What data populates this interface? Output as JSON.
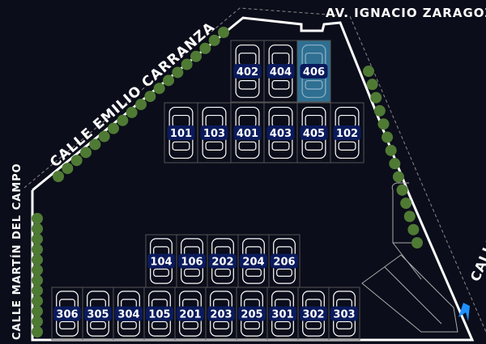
{
  "streets": {
    "north": "AV. IGNACIO ZARAGOZA",
    "northwest": "CALLE EMILIO CARRANZA",
    "east": "CALLE FRANCISCO ESPEJEL",
    "west": "CALLE MARTÍN DEL CAMPO"
  },
  "colors": {
    "background": "#0b0d1a",
    "highlight": "#2f6f91",
    "label_bg": "#0a1a5c",
    "entrance_arrow": "#1e90ff",
    "trees": "#4f7a34"
  },
  "spots": [
    {
      "id": "402",
      "row": 1,
      "col": 0,
      "selected": false
    },
    {
      "id": "404",
      "row": 1,
      "col": 1,
      "selected": false
    },
    {
      "id": "406",
      "row": 1,
      "col": 2,
      "selected": true
    },
    {
      "id": "101",
      "row": 2,
      "col": 0,
      "selected": false
    },
    {
      "id": "103",
      "row": 2,
      "col": 1,
      "selected": false
    },
    {
      "id": "401",
      "row": 2,
      "col": 2,
      "selected": false
    },
    {
      "id": "403",
      "row": 2,
      "col": 3,
      "selected": false
    },
    {
      "id": "405",
      "row": 2,
      "col": 4,
      "selected": false
    },
    {
      "id": "102",
      "row": 2,
      "col": 5,
      "selected": false
    },
    {
      "id": "104",
      "row": 3,
      "col": 0,
      "selected": false
    },
    {
      "id": "106",
      "row": 3,
      "col": 1,
      "selected": false
    },
    {
      "id": "202",
      "row": 3,
      "col": 2,
      "selected": false
    },
    {
      "id": "204",
      "row": 3,
      "col": 3,
      "selected": false
    },
    {
      "id": "206",
      "row": 3,
      "col": 4,
      "selected": false
    },
    {
      "id": "306",
      "row": 4,
      "col": 0,
      "selected": false
    },
    {
      "id": "305",
      "row": 4,
      "col": 1,
      "selected": false
    },
    {
      "id": "304",
      "row": 4,
      "col": 2,
      "selected": false
    },
    {
      "id": "105",
      "row": 4,
      "col": 3,
      "selected": false
    },
    {
      "id": "201",
      "row": 4,
      "col": 4,
      "selected": false
    },
    {
      "id": "203",
      "row": 4,
      "col": 5,
      "selected": false
    },
    {
      "id": "205",
      "row": 4,
      "col": 6,
      "selected": false
    },
    {
      "id": "301",
      "row": 4,
      "col": 7,
      "selected": false
    },
    {
      "id": "302",
      "row": 4,
      "col": 8,
      "selected": false
    },
    {
      "id": "303",
      "row": 4,
      "col": 9,
      "selected": false
    }
  ]
}
